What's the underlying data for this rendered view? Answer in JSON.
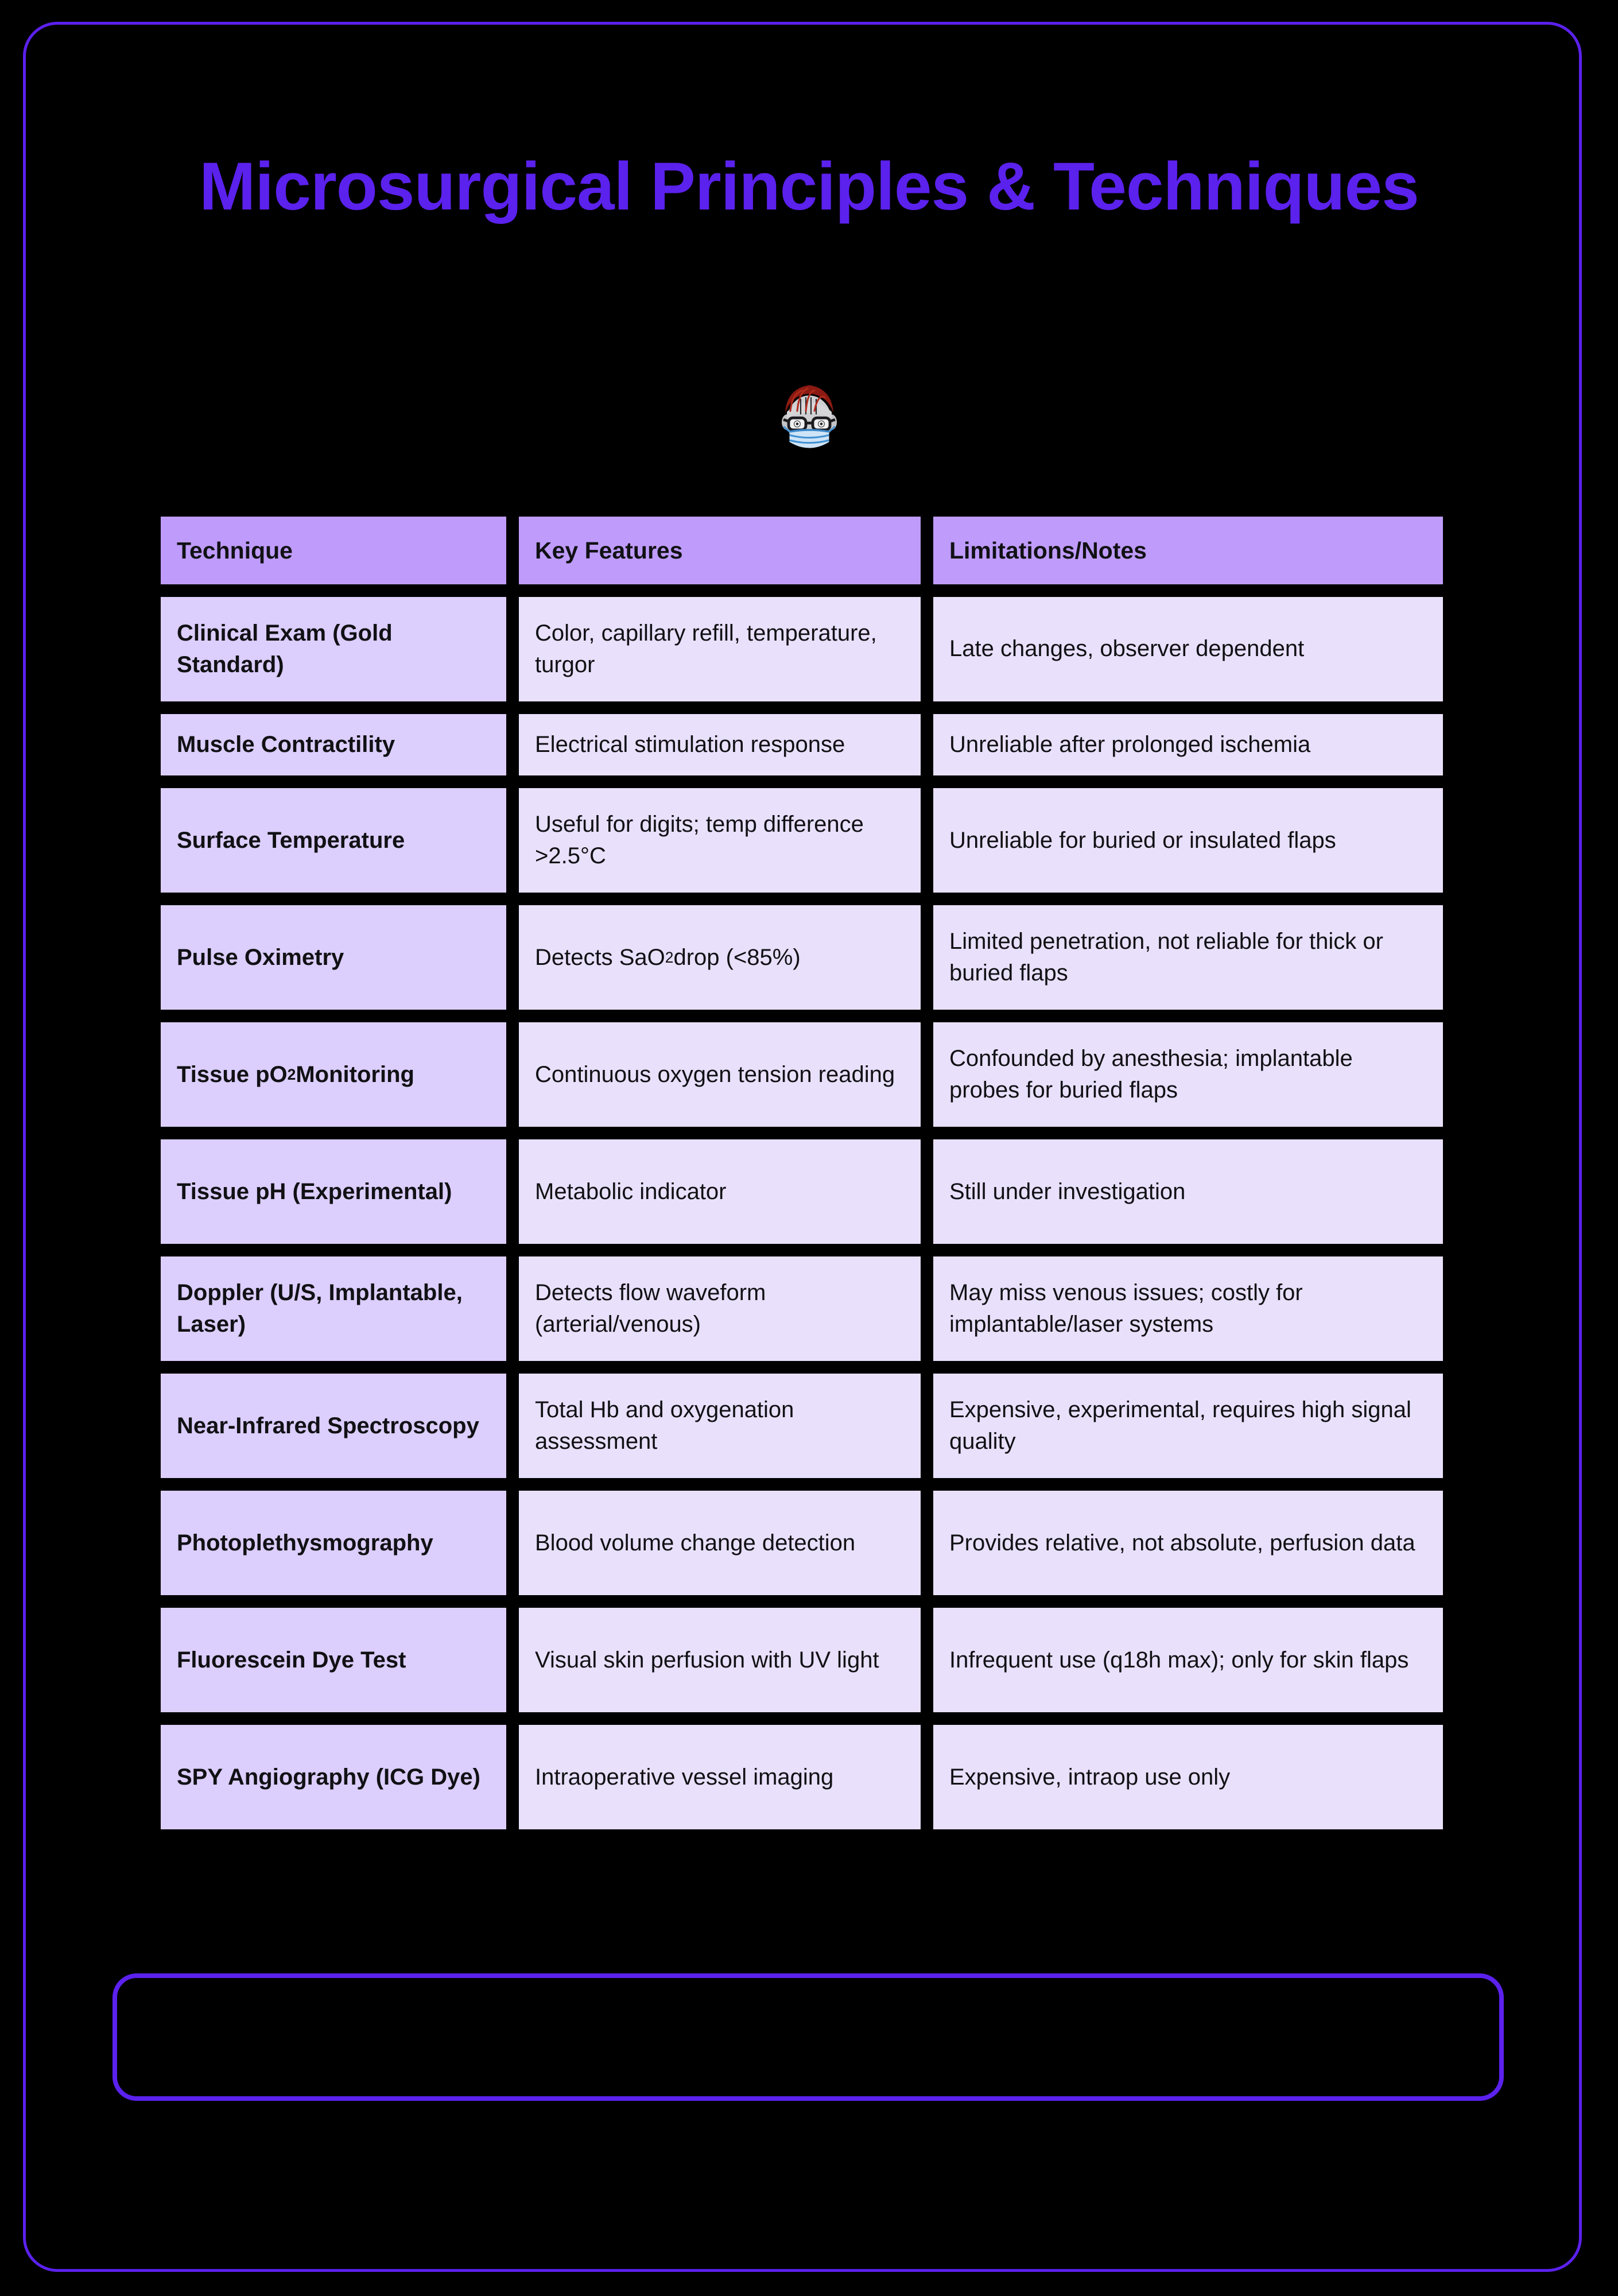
{
  "page": {
    "background_color": "#000000",
    "frame_color": "#5b21ed",
    "accent_color": "#5b21ed"
  },
  "header": {
    "title": "Microsurgical Principles & Techniques",
    "emoji_name": "surgeon-with-mask-emoji"
  },
  "table": {
    "header_bg": "#bf9cfc",
    "col1_bg": "#dccefd",
    "body_bg": "#e9e0fc",
    "columns": [
      "Technique",
      "Key Features",
      "Limitations/Notes"
    ],
    "rows": [
      {
        "technique": "Clinical Exam (Gold Standard)",
        "features": "Color, capillary refill, temperature, turgor",
        "limitations": "Late changes, observer dependent",
        "size": "tall"
      },
      {
        "technique": "Muscle Contractility",
        "features": "Electrical stimulation response",
        "limitations": "Unreliable after prolonged ischemia",
        "size": "short"
      },
      {
        "technique": "Surface Temperature",
        "features": "Useful for digits; temp difference >2.5°C",
        "limitations": "Unreliable for buried or insulated flaps",
        "size": "tall"
      },
      {
        "technique": "Pulse Oximetry",
        "features_html": "Detects SaO<sub>2</sub> drop (<85%)",
        "limitations": "Limited penetration, not reliable for thick or buried flaps",
        "size": "tall"
      },
      {
        "technique_html": "Tissue pO<sub>2</sub> Monitoring",
        "features": "Continuous oxygen tension reading",
        "limitations": "Confounded by anesthesia; implantable probes for buried flaps",
        "size": "tall"
      },
      {
        "technique": "Tissue pH (Experimental)",
        "features": "Metabolic indicator",
        "limitations": "Still under investigation",
        "size": "tall"
      },
      {
        "technique": "Doppler (U/S, Implantable, Laser)",
        "features": "Detects flow waveform (arterial/venous)",
        "limitations": "May miss venous issues; costly for implantable/laser systems",
        "size": "tall"
      },
      {
        "technique": "Near-Infrared Spectroscopy",
        "features": "Total Hb and oxygenation assessment",
        "limitations": "Expensive, experimental, requires high signal quality",
        "size": "tall"
      },
      {
        "technique": "Photoplethysmography",
        "features": "Blood volume change detection",
        "limitations": "Provides relative, not absolute, perfusion data",
        "size": "tall"
      },
      {
        "technique": "Fluorescein Dye Test",
        "features": "Visual skin perfusion with UV light",
        "limitations": "Infrequent use (q18h max); only for skin flaps",
        "size": "tall"
      },
      {
        "technique": "SPY Angiography (ICG Dye)",
        "features": "Intraoperative vessel imaging",
        "limitations": "Expensive, intraop use only",
        "size": "tall"
      }
    ]
  },
  "footer": {
    "callout_text": "",
    "callout_border_color": "#5b21ed"
  }
}
